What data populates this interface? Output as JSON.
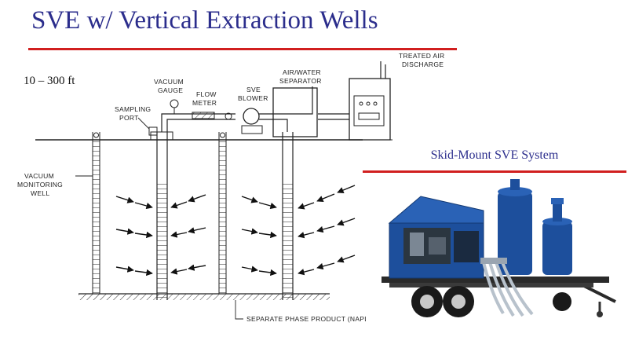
{
  "title": "SVE w/ Vertical Extraction Wells",
  "depth_range": "10 – 300 ft",
  "diagram_labels": {
    "treated_air_discharge_1": "TREATED AIR",
    "treated_air_discharge_2": "DISCHARGE",
    "air_water_separator_1": "AIR/WATER",
    "air_water_separator_2": "SEPARATOR",
    "vacuum_gauge_1": "VACUUM",
    "vacuum_gauge_2": "GAUGE",
    "flow_meter_1": "FLOW",
    "flow_meter_2": "METER",
    "sve_blower_1": "SVE",
    "sve_blower_2": "BLOWER",
    "sampling_port_1": "SAMPLING",
    "sampling_port_2": "PORT",
    "vacuum_monitoring_well_1": "VACUUM",
    "vacuum_monitoring_well_2": "MONITORING",
    "vacuum_monitoring_well_3": "WELL",
    "napl": "SEPARATE PHASE PRODUCT (NAPL)"
  },
  "photo_caption": "Skid-Mount SVE System",
  "colors": {
    "title_blue": "#2b2d8c",
    "rule_red": "#d11f1f",
    "equipment_blue": "#1d4f9c"
  }
}
